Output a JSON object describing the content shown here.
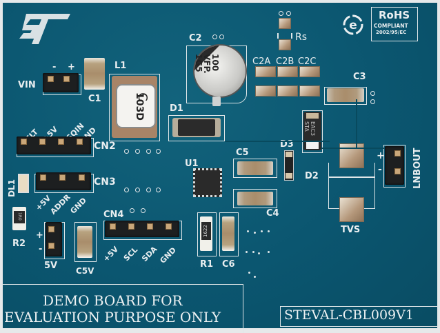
{
  "board": {
    "name": "STEVAL-CBL009V1",
    "pcb_color": "#0c5a73",
    "silkscreen_color": "#e9eef0",
    "logo": "ST",
    "rohs": {
      "title": "RoHS",
      "line1": "COMPLIANT",
      "line2": "2002/95/EC"
    },
    "disclaimer": {
      "line1": "DEMO BOARD FOR",
      "line2": "EVALUATION PURPOSE ONLY"
    }
  },
  "connectors": {
    "vin": {
      "label": "VIN",
      "minus": "-",
      "plus": "+"
    },
    "cn2": {
      "label": "CN2",
      "pins": [
        "FLT",
        "+5V",
        "DSQIN",
        "GND"
      ]
    },
    "cn3": {
      "label": "CN3",
      "pins": [
        "+5V",
        "ADDR",
        "GND"
      ]
    },
    "cn4": {
      "label": "CN4",
      "pins": [
        "+5V",
        "SCL",
        "SDA",
        "GND"
      ]
    },
    "v5": {
      "label": "5V",
      "plus": "+",
      "minus": "-"
    },
    "lnbout": {
      "label": "LNBOUT",
      "plus": "+",
      "minus": "-"
    }
  },
  "components": {
    "c1": "C1",
    "l1": {
      "label": "L1",
      "marking_top": "C",
      "marking": "103D"
    },
    "c2": {
      "label": "C2",
      "marking": [
        "100",
        "VFP.",
        "1G5"
      ]
    },
    "d1": "D1",
    "rs": "Rs",
    "c2a": "C2A",
    "c2b": "C2B",
    "c2c": "C2C",
    "c3": "C3",
    "u1": "U1",
    "c5": "C5",
    "c4": "C4",
    "d3": "D3",
    "d2": {
      "label": "D2",
      "marking": [
        "EAC3",
        "STA"
      ]
    },
    "tvs": "TVS",
    "dl1": "DL1",
    "r2": {
      "label": "R2",
      "marking": "1R0"
    },
    "c5v": "C5V",
    "r1": {
      "label": "R1",
      "marking": "1622"
    },
    "c6": "C6"
  }
}
